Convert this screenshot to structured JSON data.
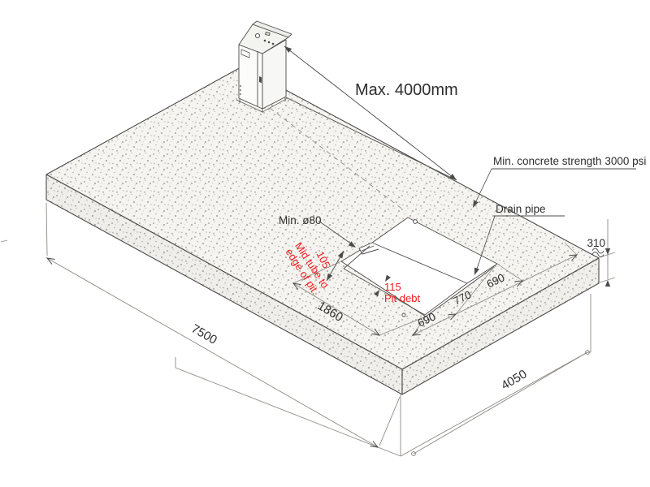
{
  "labels": {
    "max_distance": "Max. 4000mm",
    "concrete_strength": "Min. concrete strength 3000 psi",
    "drain_pipe": "Drain pipe",
    "min_drain_diameter": "Min. ø80"
  },
  "dimensions": {
    "slab_length": "7500",
    "slab_width": "4050",
    "slab_thickness": "310",
    "pit_length": "1860",
    "pit_width": "770",
    "clearance_near": "690",
    "clearance_far": "690",
    "pit_depth": "115",
    "pit_depth_label": "Pit debt",
    "tube_to_edge": "105",
    "tube_to_edge_label_line1": "Mid tube to",
    "tube_to_edge_label_line2": "edge of pit."
  },
  "colors": {
    "line": "#4b4b4b",
    "thin_line": "#8c8984",
    "text": "#2e2e2e",
    "annotation_red": "#ee1b1e",
    "concrete_fill": "#f5f4f0",
    "stipple_dot": "#a49f94",
    "paper": "#ffffff"
  }
}
